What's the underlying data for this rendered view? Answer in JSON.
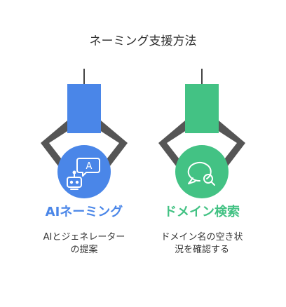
{
  "title": "ネーミング支援方法",
  "colors": {
    "blue": "#4a86e8",
    "green": "#43c284",
    "arm": "#555555",
    "wire": "#444444"
  },
  "items": [
    {
      "heading": "AIネーミング",
      "desc_lines": [
        "AIとジェネレーター",
        "の提案"
      ],
      "icon": "robot-chat-icon",
      "icon_letter": "A"
    },
    {
      "heading": "ドメイン検索",
      "desc_lines": [
        "ドメイン名の空き状",
        "況を確認する"
      ],
      "icon": "chat-search-icon"
    }
  ]
}
